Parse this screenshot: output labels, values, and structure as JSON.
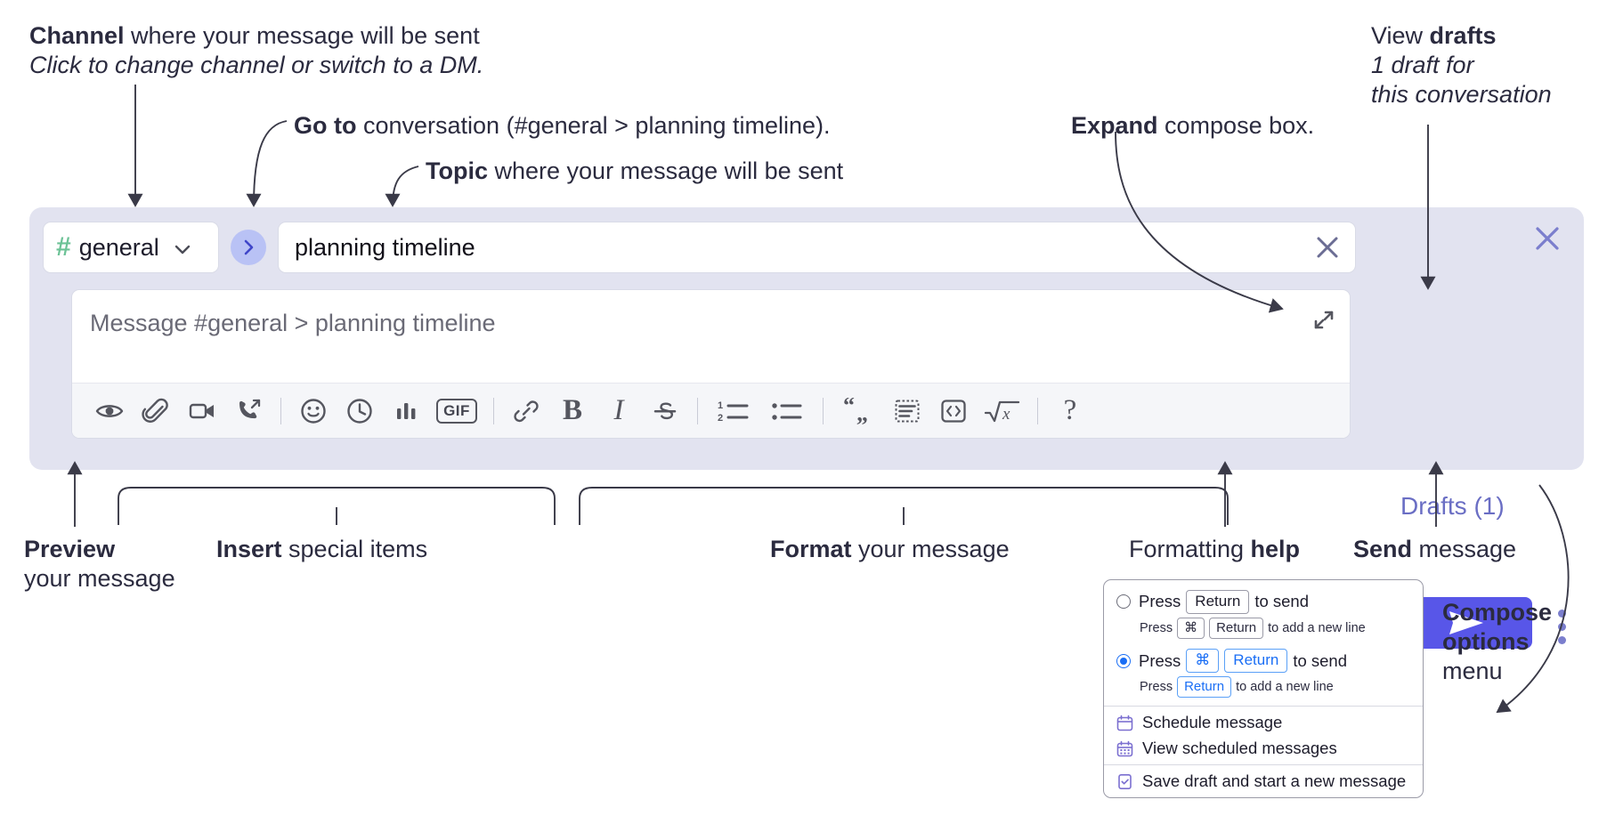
{
  "annotations": {
    "channel": {
      "bold": "Channel",
      "rest": " where your message will be sent",
      "sub": "Click to change channel or switch to a DM."
    },
    "goto": {
      "bold": "Go to",
      "rest": " conversation (#general > planning timeline)."
    },
    "topic": {
      "bold": "Topic",
      "rest": " where your message will be sent"
    },
    "expand": {
      "bold": "Expand",
      "rest": " compose box."
    },
    "view_drafts": {
      "bold": "drafts",
      "pre": "View ",
      "sub1": "1 draft for",
      "sub2": "this conversation"
    },
    "preview": {
      "bold": "Preview",
      "sub": "your message"
    },
    "insert": {
      "bold": "Insert",
      "rest": " special items"
    },
    "format": {
      "bold": "Format",
      "rest": " your message"
    },
    "formatting_help": {
      "pre": "Formatting ",
      "bold": "help"
    },
    "send": {
      "bold": "Send",
      "rest": " message"
    },
    "compose_options": {
      "bold1": "Compose",
      "bold2": "options",
      "rest": "menu"
    }
  },
  "compose": {
    "channel_name": "general",
    "hash_symbol": "#",
    "topic_value": "planning timeline",
    "message_placeholder": "Message #general > planning timeline",
    "drafts_label": "Drafts (1)",
    "toolbar_left": [
      {
        "name": "preview-icon",
        "glyph": "eye"
      },
      {
        "name": "attachment-icon",
        "glyph": "paperclip"
      },
      {
        "name": "video-icon",
        "glyph": "video"
      },
      {
        "name": "huddle-icon",
        "glyph": "phone"
      }
    ],
    "toolbar_insert": [
      {
        "name": "emoji-icon",
        "glyph": "smiley"
      },
      {
        "name": "reminder-icon",
        "glyph": "clock"
      },
      {
        "name": "poll-icon",
        "glyph": "bars"
      },
      {
        "name": "gif-icon",
        "glyph": "GIF"
      }
    ],
    "toolbar_format": [
      {
        "name": "link-icon",
        "glyph": "link"
      },
      {
        "name": "bold-icon",
        "glyph": "B"
      },
      {
        "name": "italic-icon",
        "glyph": "I"
      },
      {
        "name": "strikethrough-icon",
        "glyph": "S"
      },
      {
        "name": "ordered-list-icon",
        "glyph": "1-2-list"
      },
      {
        "name": "bulleted-list-icon",
        "glyph": "bullet-list"
      },
      {
        "name": "blockquote-icon",
        "glyph": "quote"
      },
      {
        "name": "code-block-icon",
        "glyph": "code-block"
      },
      {
        "name": "code-icon",
        "glyph": "angle-brackets"
      },
      {
        "name": "math-icon",
        "glyph": "sqrt-x"
      }
    ],
    "help_glyph": "?"
  },
  "menu": {
    "options": [
      {
        "selected": false,
        "main_pre": "Press",
        "main_key": "Return",
        "main_post": "to send",
        "sub_pre": "Press",
        "sub_key1": "⌘",
        "sub_key2": "Return",
        "sub_post": "to add a new line"
      },
      {
        "selected": true,
        "main_pre": "Press",
        "main_key1": "⌘",
        "main_key2": "Return",
        "main_post": "to send",
        "sub_pre": "Press",
        "sub_key": "Return",
        "sub_post": "to add a new line"
      }
    ],
    "items": [
      {
        "label": "Schedule message",
        "icon": "calendar-icon"
      },
      {
        "label": "View scheduled messages",
        "icon": "calendar-grid-icon"
      },
      {
        "label": "Save draft and start a new message",
        "icon": "document-check-icon"
      }
    ]
  },
  "colors": {
    "accent": "#5856e8",
    "panel": "#e2e3f0",
    "hash_green": "#6cc296",
    "drafts_purple": "#6a6ec4",
    "goto_circle": "#b9c2f5",
    "radio_blue": "#1a6ef5",
    "text": "#2b2b3f"
  }
}
